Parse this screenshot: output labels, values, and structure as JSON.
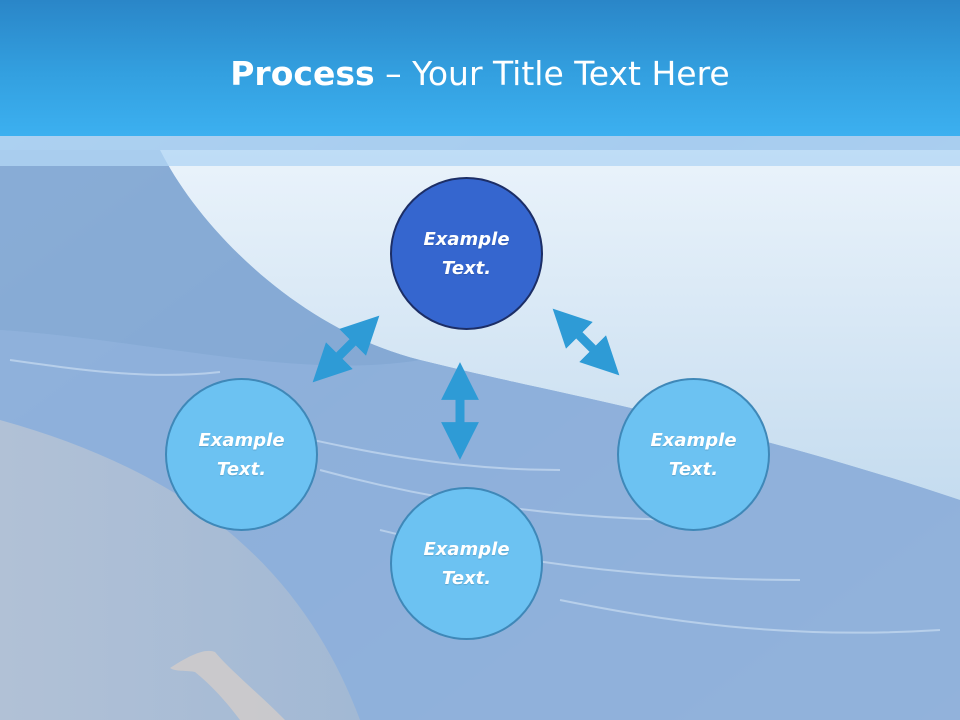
{
  "title": {
    "bold": "Process",
    "rest": " – Your Title Text Here"
  },
  "nodes": {
    "top": "Example Text.",
    "left": "Example Text.",
    "right": "Example Text.",
    "bottom": "Example Text."
  },
  "colors": {
    "title_bar": "#33a0e0",
    "main_node": "#3566cf",
    "node": "#6cc2f2",
    "arrow": "#2e9bd6"
  }
}
